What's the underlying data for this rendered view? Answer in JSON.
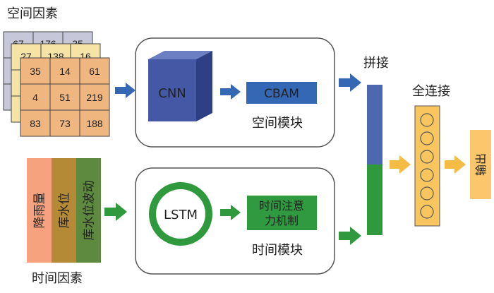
{
  "spatial_factors": {
    "title": "空间因素",
    "back_grid": [
      "67",
      "176",
      "35"
    ],
    "middle_grid": [
      "27",
      "138",
      "16"
    ],
    "front_grid": [
      [
        "35",
        "14",
        "61"
      ],
      [
        "4",
        "51",
        "219"
      ],
      [
        "83",
        "73",
        "188"
      ]
    ]
  },
  "temporal_factors": {
    "title": "时间因素",
    "bars": [
      "降雨量",
      "库水位",
      "库水位波动"
    ]
  },
  "spatial_module": {
    "cnn_label": "CNN",
    "cbam_label": "CBAM",
    "module_label": "空间模块"
  },
  "temporal_module": {
    "lstm_label": "LSTM",
    "attention_lines": [
      "时间注意",
      "力机制"
    ],
    "module_label": "时间模块"
  },
  "concat_label": "拼接",
  "fc_label": "全连接",
  "fc_node_count": 6,
  "output_label": "输出",
  "colors": {
    "grid_back": "#c6c8da",
    "grid_middle": "#f6e3a6",
    "grid_front": "#efb680",
    "cube_front": "#4458a6",
    "cube_top": "#6c7fc2",
    "cube_side": "#2f3f86",
    "cbam": "#3467b4",
    "lstm_ring": "#2e9a3d",
    "attention": "#2f9a3f",
    "blue_arrow": "#3467b4",
    "green_arrow": "#2e9a3d",
    "orange_arrow": "#f5bc45",
    "bar_rainfall": "#f7a27f",
    "bar_water_level": "#b58a36",
    "bar_fluctuation": "#5e8a3f",
    "concat_top": "#4e68b0",
    "concat_bottom": "#2e9a3d",
    "fc_fill": "#f9c55f",
    "output_fill": "#fbc66c"
  }
}
